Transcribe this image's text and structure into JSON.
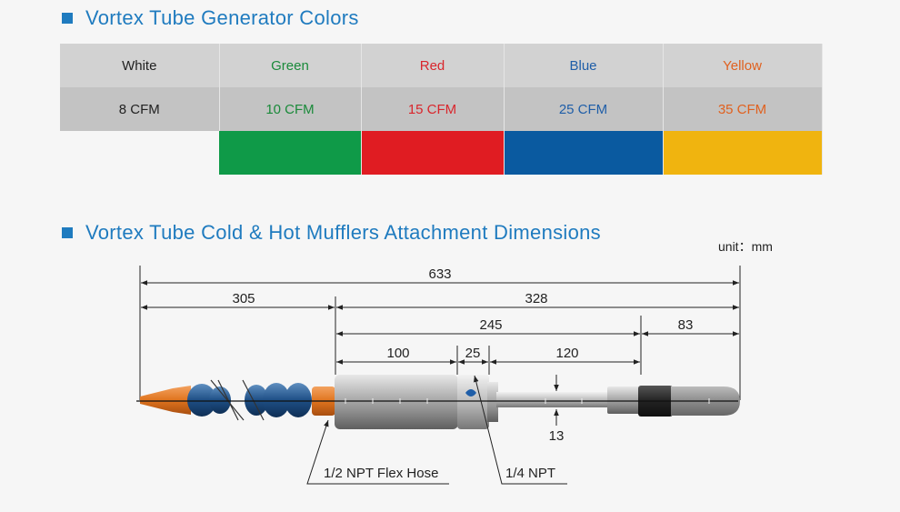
{
  "section1": {
    "title": "Vortex Tube Generator Colors"
  },
  "colors": [
    {
      "name": "White",
      "cfm": "8 CFM",
      "color": "#222222",
      "swatch": null
    },
    {
      "name": "Green",
      "cfm": "10 CFM",
      "color": "#1a8a3a",
      "swatch": "#0f9a48"
    },
    {
      "name": "Red",
      "cfm": "15 CFM",
      "color": "#d9262c",
      "swatch": "#e01c22"
    },
    {
      "name": "Blue",
      "cfm": "25 CFM",
      "color": "#1f5ea8",
      "swatch": "#0a5aa0"
    },
    {
      "name": "Yellow",
      "cfm": "35 CFM",
      "color": "#e0611f",
      "swatch": "#f0b40f"
    }
  ],
  "section2": {
    "title": "Vortex Tube Cold & Hot Mufflers Attachment Dimensions",
    "unit": "unit：mm"
  },
  "dimensions": {
    "total": "633",
    "left": "305",
    "right": "328",
    "mid": "245",
    "end": "83",
    "body": "100",
    "gap": "25",
    "tube": "120",
    "dia": "13"
  },
  "callouts": {
    "hose": "1/2 NPT Flex Hose",
    "npt": "1/4 NPT"
  },
  "accent_color": "#1f7bbf"
}
